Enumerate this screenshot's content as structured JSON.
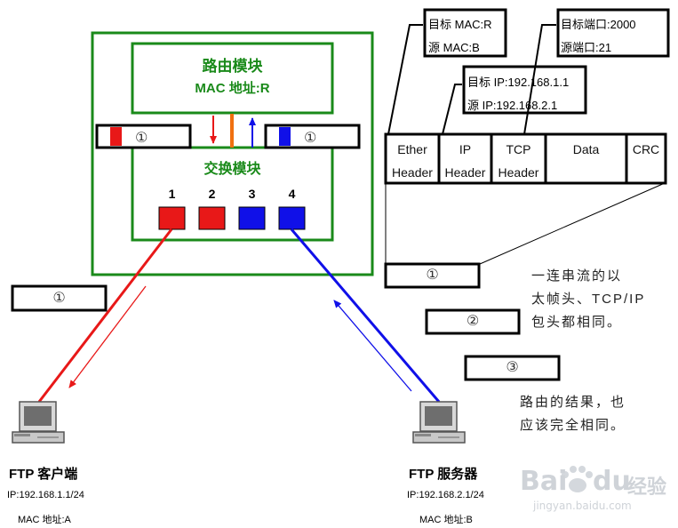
{
  "router": {
    "module_title": "路由模块",
    "mac_label": "MAC 地址:R",
    "switch_module": "交换模块"
  },
  "ports": [
    "1",
    "2",
    "3",
    "4"
  ],
  "colors": {
    "green": "#1a8a1a",
    "red": "#e81818",
    "blue": "#1010e8",
    "orange": "#f07010"
  },
  "frame_markers": {
    "left": "①",
    "right": "①"
  },
  "mac_box": {
    "line1": "目标 MAC:R",
    "line2": "源 MAC:B"
  },
  "ip_box": {
    "line1": "目标 IP:192.168.1.1",
    "line2": "源 IP:192.168.2.1"
  },
  "port_box": {
    "line1": "目标端口:2000",
    "line2": "源端口:21"
  },
  "packet": {
    "ether": [
      "Ether",
      "Header"
    ],
    "ip": [
      "IP",
      "Header"
    ],
    "tcp": [
      "TCP",
      "Header"
    ],
    "data": "Data",
    "crc": "CRC"
  },
  "expanded_marker": "①",
  "stream_markers": {
    "one": "①",
    "two": "②",
    "three": "③"
  },
  "notes": {
    "note1": [
      "一连串流的以",
      "太帧头、TCP/IP",
      "包头都相同。"
    ],
    "note2": [
      "路由的结果，也",
      "应该完全相同。"
    ]
  },
  "client": {
    "title": "FTP 客户端",
    "ip": "IP:192.168.1.1/24",
    "mac": "MAC 地址:A"
  },
  "server": {
    "title": "FTP 服务器",
    "ip": "IP:192.168.2.1/24",
    "mac": "MAC 地址:B"
  },
  "watermark": {
    "brand": "Bai",
    "brand2": "du",
    "cn": "经验",
    "url": "jingyan.baidu.com"
  }
}
